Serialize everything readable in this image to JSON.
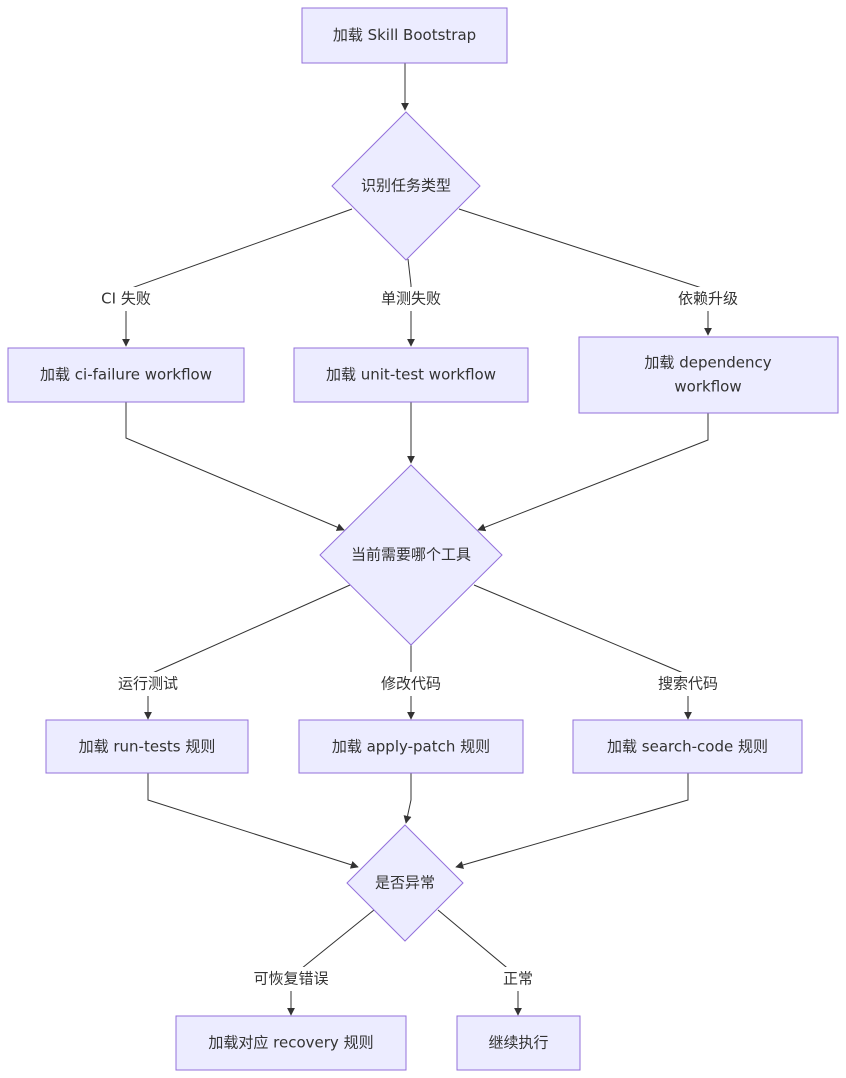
{
  "nodes": {
    "bootstrap": "加载 Skill Bootstrap",
    "identify": "识别任务类型",
    "ci_failure": "加载 ci-failure workflow",
    "unit_test": "加载 unit-test workflow",
    "dependency_line1": "加载 dependency",
    "dependency_line2": "workflow",
    "which_tool": "当前需要哪个工具",
    "run_tests": "加载 run-tests 规则",
    "apply_patch": "加载 apply-patch 规则",
    "search_code": "加载 search-code 规则",
    "is_abnormal": "是否异常",
    "recovery": "加载对应 recovery 规则",
    "continue": "继续执行"
  },
  "edges": {
    "ci_failure": "CI 失败",
    "unit_test_failure": "单测失败",
    "dependency_upgrade": "依赖升级",
    "run_tests": "运行测试",
    "modify_code": "修改代码",
    "search_code": "搜索代码",
    "recoverable_error": "可恢复错误",
    "normal": "正常"
  }
}
